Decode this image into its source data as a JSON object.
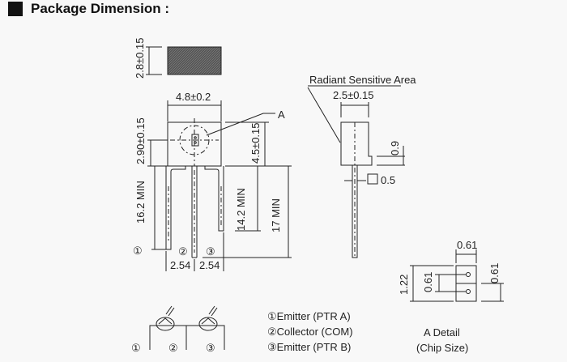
{
  "header": {
    "title": "Package Dimension :"
  },
  "dimensions": {
    "top_thickness": "2.8±0.15",
    "body_width": "4.8±0.2",
    "body_height": "4.5±0.15",
    "chip_height_pos": "2.90±0.15",
    "lead_16": "16.2 MIN",
    "lead_14": "14.2 MIN",
    "lead_17": "17 MIN",
    "pitch_1": "2.54",
    "pitch_2": "2.54",
    "detail_marker": "A",
    "side_width": "2.5±0.15",
    "step": "0.9",
    "lead_square": "0.5",
    "radiant_label": "Radiant Sensitive Area"
  },
  "pins": {
    "p1": "①",
    "p2": "②",
    "p3": "③"
  },
  "legend": [
    "①Emitter (PTR A)",
    "②Collector (COM)",
    "③Emitter (PTR B)"
  ],
  "chip_detail": {
    "width": "0.61",
    "height": "1.22",
    "pitch": "0.61",
    "pad": "0.61",
    "title": "A Detail",
    "subtitle": "(Chip Size)"
  }
}
